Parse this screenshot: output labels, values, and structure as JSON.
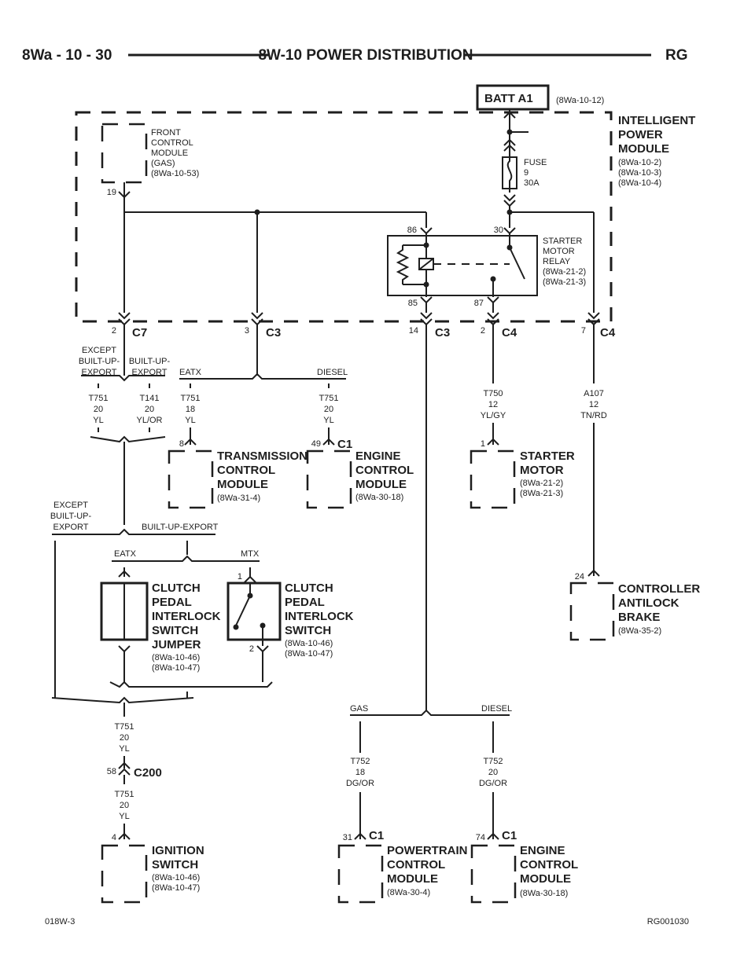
{
  "header": {
    "page_ref": "8Wa - 10 - 30",
    "title": "8W-10 POWER DISTRIBUTION",
    "code": "RG"
  },
  "footer": {
    "left": "018W-3",
    "right": "RG001030"
  },
  "batt": {
    "label": "BATT A1",
    "ref": "(8Wa-10-12)"
  },
  "ipm": {
    "name": [
      "INTELLIGENT",
      "POWER",
      "MODULE"
    ],
    "refs": [
      "(8Wa-10-2)",
      "(8Wa-10-3)",
      "(8Wa-10-4)"
    ]
  },
  "fcm": {
    "name": [
      "FRONT",
      "CONTROL",
      "MODULE",
      "(GAS)"
    ],
    "ref": "(8Wa-10-53)",
    "pin": "19"
  },
  "fuse": {
    "lines": [
      "FUSE",
      "9",
      "30A"
    ]
  },
  "relay": {
    "name": [
      "STARTER",
      "MOTOR",
      "RELAY"
    ],
    "refs": [
      "(8Wa-21-2)",
      "(8Wa-21-3)"
    ],
    "pins": {
      "p86": "86",
      "p30": "30",
      "p85": "85",
      "p87": "87"
    }
  },
  "connectors": {
    "c7": {
      "pin": "2",
      "name": "C7"
    },
    "c3a": {
      "pin": "3",
      "name": "C3"
    },
    "c3b": {
      "pin": "14",
      "name": "C3"
    },
    "c4a": {
      "pin": "2",
      "name": "C4"
    },
    "c4b": {
      "pin": "7",
      "name": "C4"
    },
    "c200": {
      "pin": "58",
      "name": "C200"
    }
  },
  "splits": {
    "except_built_up_export_1": [
      "EXCEPT",
      "BUILT-UP-",
      "EXPORT"
    ],
    "built_up_export_1": [
      "BUILT-UP-",
      "EXPORT"
    ],
    "eatx_1": "EATX",
    "diesel_1": "DIESEL",
    "except_built_up_export_2": [
      "EXCEPT",
      "BUILT-UP-",
      "EXPORT"
    ],
    "built_up_export_2": "BUILT-UP-EXPORT",
    "eatx_2": "EATX",
    "mtx": "MTX",
    "gas": "GAS",
    "diesel_2": "DIESEL"
  },
  "wires": {
    "t751_a": [
      "T751",
      "20",
      "YL"
    ],
    "t141": [
      "T141",
      "20",
      "YL/OR"
    ],
    "t751_b": [
      "T751",
      "18",
      "YL"
    ],
    "t751_c": [
      "T751",
      "20",
      "YL"
    ],
    "t750": [
      "T750",
      "12",
      "YL/GY"
    ],
    "a107": [
      "A107",
      "12",
      "TN/RD"
    ],
    "t751_d": [
      "T751",
      "20",
      "YL"
    ],
    "t751_e": [
      "T751",
      "20",
      "YL"
    ],
    "t752_a": [
      "T752",
      "18",
      "DG/OR"
    ],
    "t752_b": [
      "T752",
      "20",
      "DG/OR"
    ]
  },
  "components": {
    "tcm": {
      "pin": "8",
      "name": [
        "TRANSMISSION",
        "CONTROL",
        "MODULE"
      ],
      "ref": "(8Wa-31-4)"
    },
    "ecm_top": {
      "pin": "49",
      "conn": "C1",
      "name": [
        "ENGINE",
        "CONTROL",
        "MODULE"
      ],
      "ref": "(8Wa-30-18)"
    },
    "starter": {
      "pin": "1",
      "name": [
        "STARTER",
        "MOTOR"
      ],
      "refs": [
        "(8Wa-21-2)",
        "(8Wa-21-3)"
      ]
    },
    "abs": {
      "pin": "24",
      "name": [
        "CONTROLLER",
        "ANTILOCK",
        "BRAKE"
      ],
      "ref": "(8Wa-35-2)"
    },
    "cpi_jumper": {
      "name": [
        "CLUTCH",
        "PEDAL",
        "INTERLOCK",
        "SWITCH",
        "JUMPER"
      ],
      "refs": [
        "(8Wa-10-46)",
        "(8Wa-10-47)"
      ]
    },
    "cpi_switch": {
      "pin_top": "1",
      "pin_bottom": "2",
      "name": [
        "CLUTCH",
        "PEDAL",
        "INTERLOCK",
        "SWITCH"
      ],
      "refs": [
        "(8Wa-10-46)",
        "(8Wa-10-47)"
      ]
    },
    "ignition": {
      "pin": "4",
      "name": [
        "IGNITION",
        "SWITCH"
      ],
      "refs": [
        "(8Wa-10-46)",
        "(8Wa-10-47)"
      ]
    },
    "pcm": {
      "pin": "31",
      "conn": "C1",
      "name": [
        "POWERTRAIN",
        "CONTROL",
        "MODULE"
      ],
      "ref": "(8Wa-30-4)"
    },
    "ecm_bottom": {
      "pin": "74",
      "conn": "C1",
      "name": [
        "ENGINE",
        "CONTROL",
        "MODULE"
      ],
      "ref": "(8Wa-30-18)"
    }
  }
}
